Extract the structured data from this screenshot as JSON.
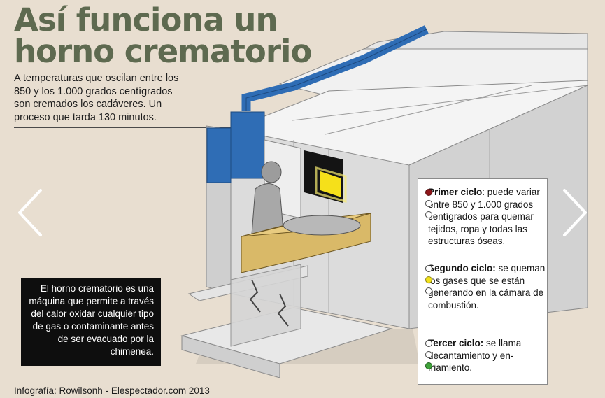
{
  "title": {
    "line1": "Así funciona un",
    "line2": "horno crematorio"
  },
  "intro": "A temperaturas que oscilan entre los 850 y los 1.000 grados centígrados son cremados los cadáveres. Un proceso que tarda 130 minutos.",
  "note": "El horno crematorio es una máquina que permite a través del calor oxidar cualquier tipo de gas o contaminante antes de ser evacuado por la chimenea.",
  "cycles": [
    {
      "name": "Primer ciclo",
      "text": ": puede variar entre 850 y 1.000 grados centígrados para quemar tejidos, ropa y todas las estructuras óseas.",
      "color": "#8e1519"
    },
    {
      "name": "Segundo ciclo:",
      "text": " se queman los gases que se están generando en la cámara de combustión.",
      "color": "#f2e21c"
    },
    {
      "name": "Tercer ciclo:",
      "text": "  se llama decantamiento y en- friamiento.",
      "color": "#3fa33a"
    }
  ],
  "credit": "Infografía: Rowilsonh - Elespectador.com 2013",
  "colors": {
    "background": "#e8ded0",
    "title": "#5e6a50",
    "duct": "#2f6db5",
    "coffin": "#d9b968",
    "fire": "#f5e01a"
  },
  "icons": {
    "prev": "chevron-left-icon",
    "next": "chevron-right-icon"
  }
}
